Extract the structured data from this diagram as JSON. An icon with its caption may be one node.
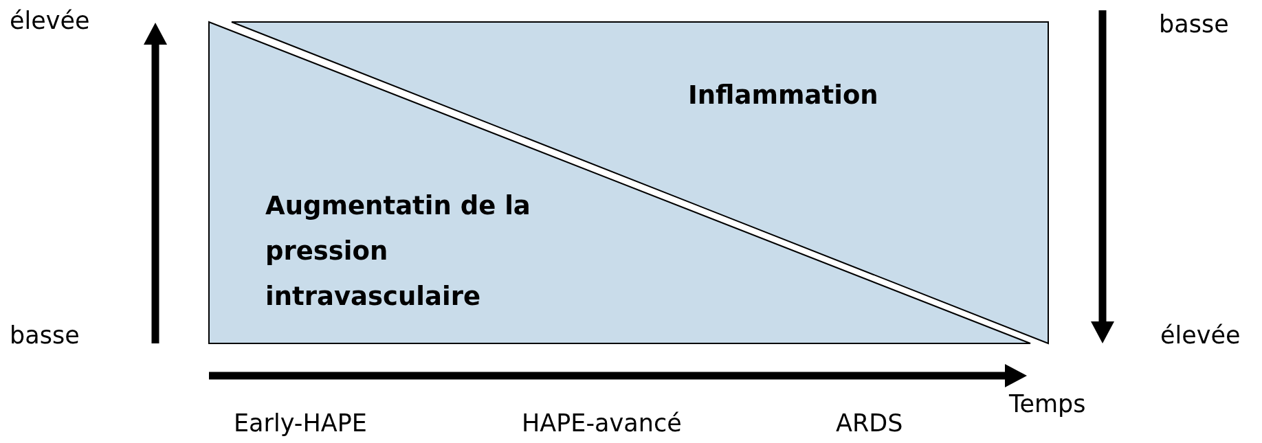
{
  "diagram": {
    "nodes": [
      {
        "text": [
          "Inflammation"
        ]
      },
      {
        "text": [
          "Augmentatin de la pression intravasculaire"
        ]
      }
    ],
    "edges": [],
    "labels": [
      "élevée",
      "basse",
      "basse",
      "élevée",
      "Temps",
      "Early-HAPE",
      "HAPE-avancé",
      "ARDS"
    ]
  }
}
